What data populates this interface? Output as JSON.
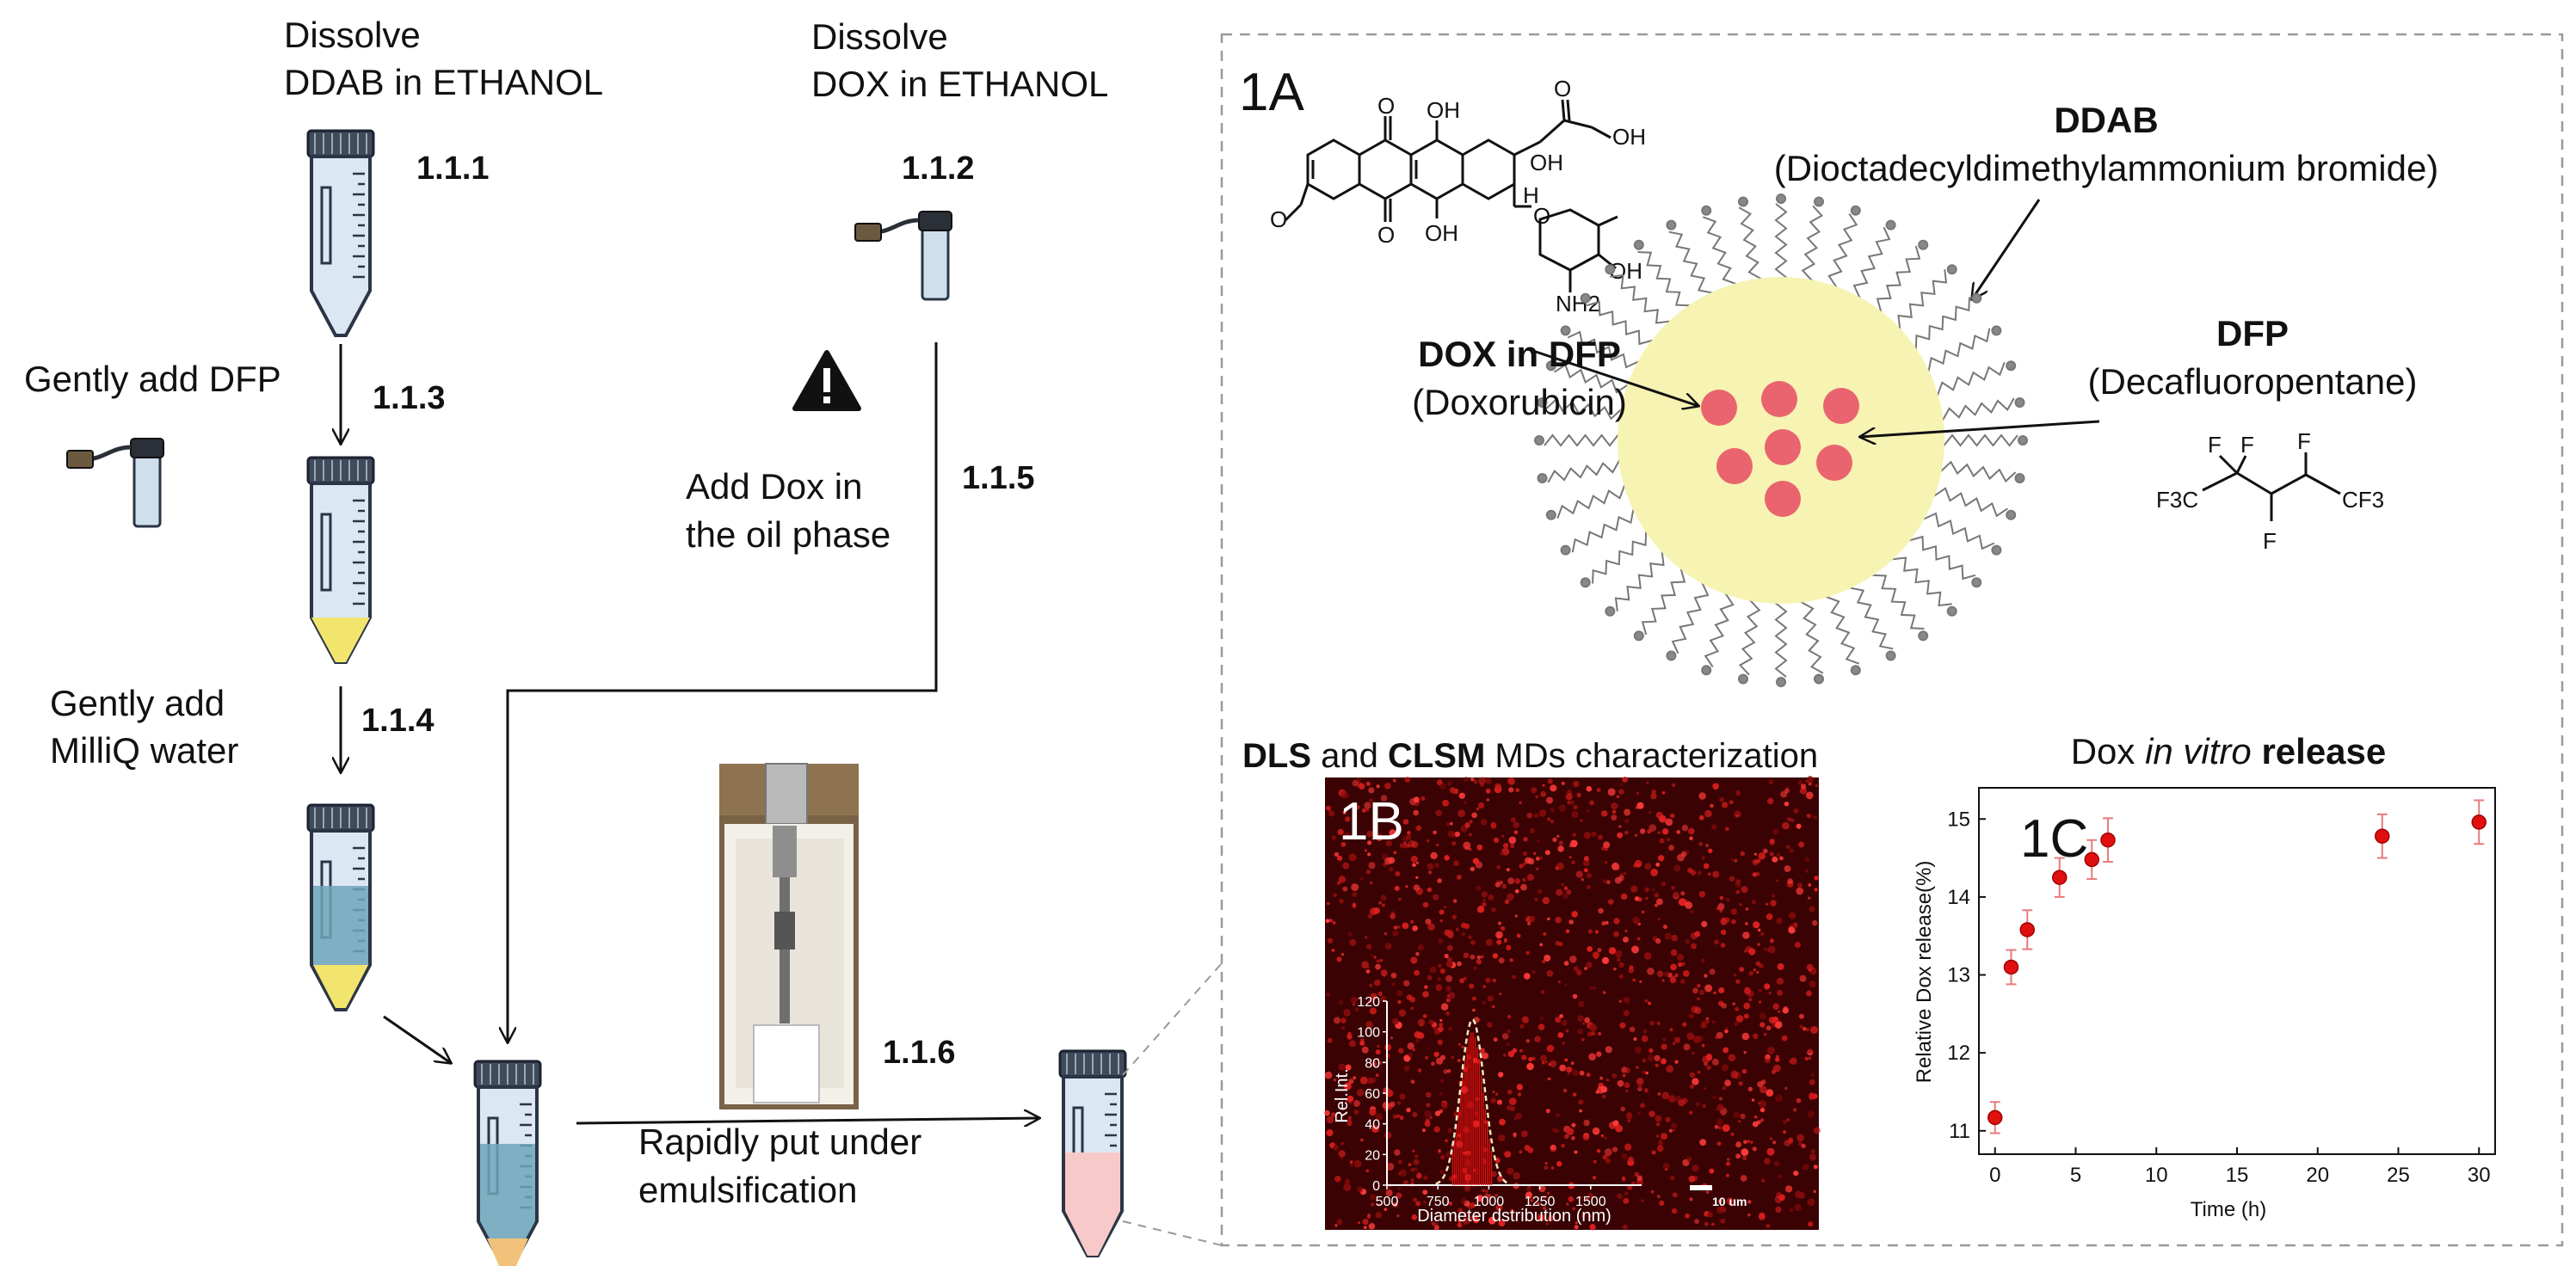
{
  "steps": {
    "s111": {
      "label": "1.1.1",
      "line1": "Dissolve",
      "line2": "DDAB in ETHANOL"
    },
    "s112": {
      "label": "1.1.2",
      "line1": "Dissolve",
      "line2": "DOX in ETHANOL"
    },
    "s113": {
      "label": "1.1.3",
      "text": "Gently add DFP"
    },
    "s114": {
      "label": "1.1.4",
      "line1": "Gently   add",
      "line2": "MilliQ water"
    },
    "s115": {
      "label": "1.1.5",
      "line1": "Add   Dox   in",
      "line2": "the oil phase"
    },
    "s116": {
      "label": "1.1.6",
      "line1": "Rapidly put under",
      "line2": "emulsification"
    }
  },
  "panel_a": {
    "label": "1A",
    "ddab_title": "DDAB",
    "ddab_full": "(Dioctadecyldimethylammonium bromide)",
    "dfp_title": "DFP",
    "dfp_full": "(Decafluoropentane)",
    "dox_title": "DOX in DFP",
    "dox_full": "(Doxorubicin)",
    "chem_dox": {
      "o1": "O",
      "oh1": "OH",
      "o2": "O",
      "oh2": "OH",
      "oh3": "OH",
      "o3": "O",
      "oh4": "OH",
      "h": "H",
      "o4": "O",
      "o5": "O",
      "oh5": "OH",
      "nh2": "NH2"
    },
    "chem_dfp": {
      "f1": "F",
      "f2": "F",
      "f3": "F",
      "cf3a": "F3C",
      "cf3b": "CF3",
      "f4": "F"
    }
  },
  "panel_b": {
    "label": "1B",
    "title_bold1": "DLS",
    "title_mid": " and ",
    "title_bold2": "CLSM",
    "title_rest": " MDs characterization",
    "scale_label": "10 um",
    "ylabel": "Rel.Int.",
    "xlabel": "Diameter dstribution (nm)",
    "yticks": [
      "0",
      "20",
      "40",
      "60",
      "80",
      "100",
      "120"
    ],
    "xticks": [
      "500",
      "750",
      "1000",
      "1250",
      "1500"
    ]
  },
  "chart_data": {
    "type": "scatter",
    "title": "Dox in vitro release",
    "title_pre": "Dox ",
    "title_italic": "in vitro",
    "title_bold": " release",
    "panel_label": "1C",
    "xlabel": "Time (h)",
    "ylabel": "Relative Dox release(%)",
    "xlim": [
      -1,
      31
    ],
    "ylim": [
      10.7,
      15.4
    ],
    "xticks": [
      0,
      5,
      10,
      15,
      20,
      25,
      30
    ],
    "yticks": [
      11,
      12,
      13,
      14,
      15
    ],
    "x": [
      0,
      1,
      2,
      4,
      6,
      7,
      24,
      30
    ],
    "y": [
      11.17,
      13.1,
      13.58,
      14.25,
      14.48,
      14.73,
      14.78,
      14.96
    ],
    "err": [
      0.2,
      0.22,
      0.25,
      0.25,
      0.25,
      0.28,
      0.28,
      0.28
    ],
    "color": "#e01010"
  },
  "colors": {
    "accent_yellow": "#f7f3b3",
    "droplet": "#e9646e",
    "tube_cap": "#3f4a5a",
    "tube_blue": "#d7e6f2",
    "aqueous": "#6ea5b9",
    "oil": "#f2e56e",
    "emulsion": "#f7c9c8"
  }
}
